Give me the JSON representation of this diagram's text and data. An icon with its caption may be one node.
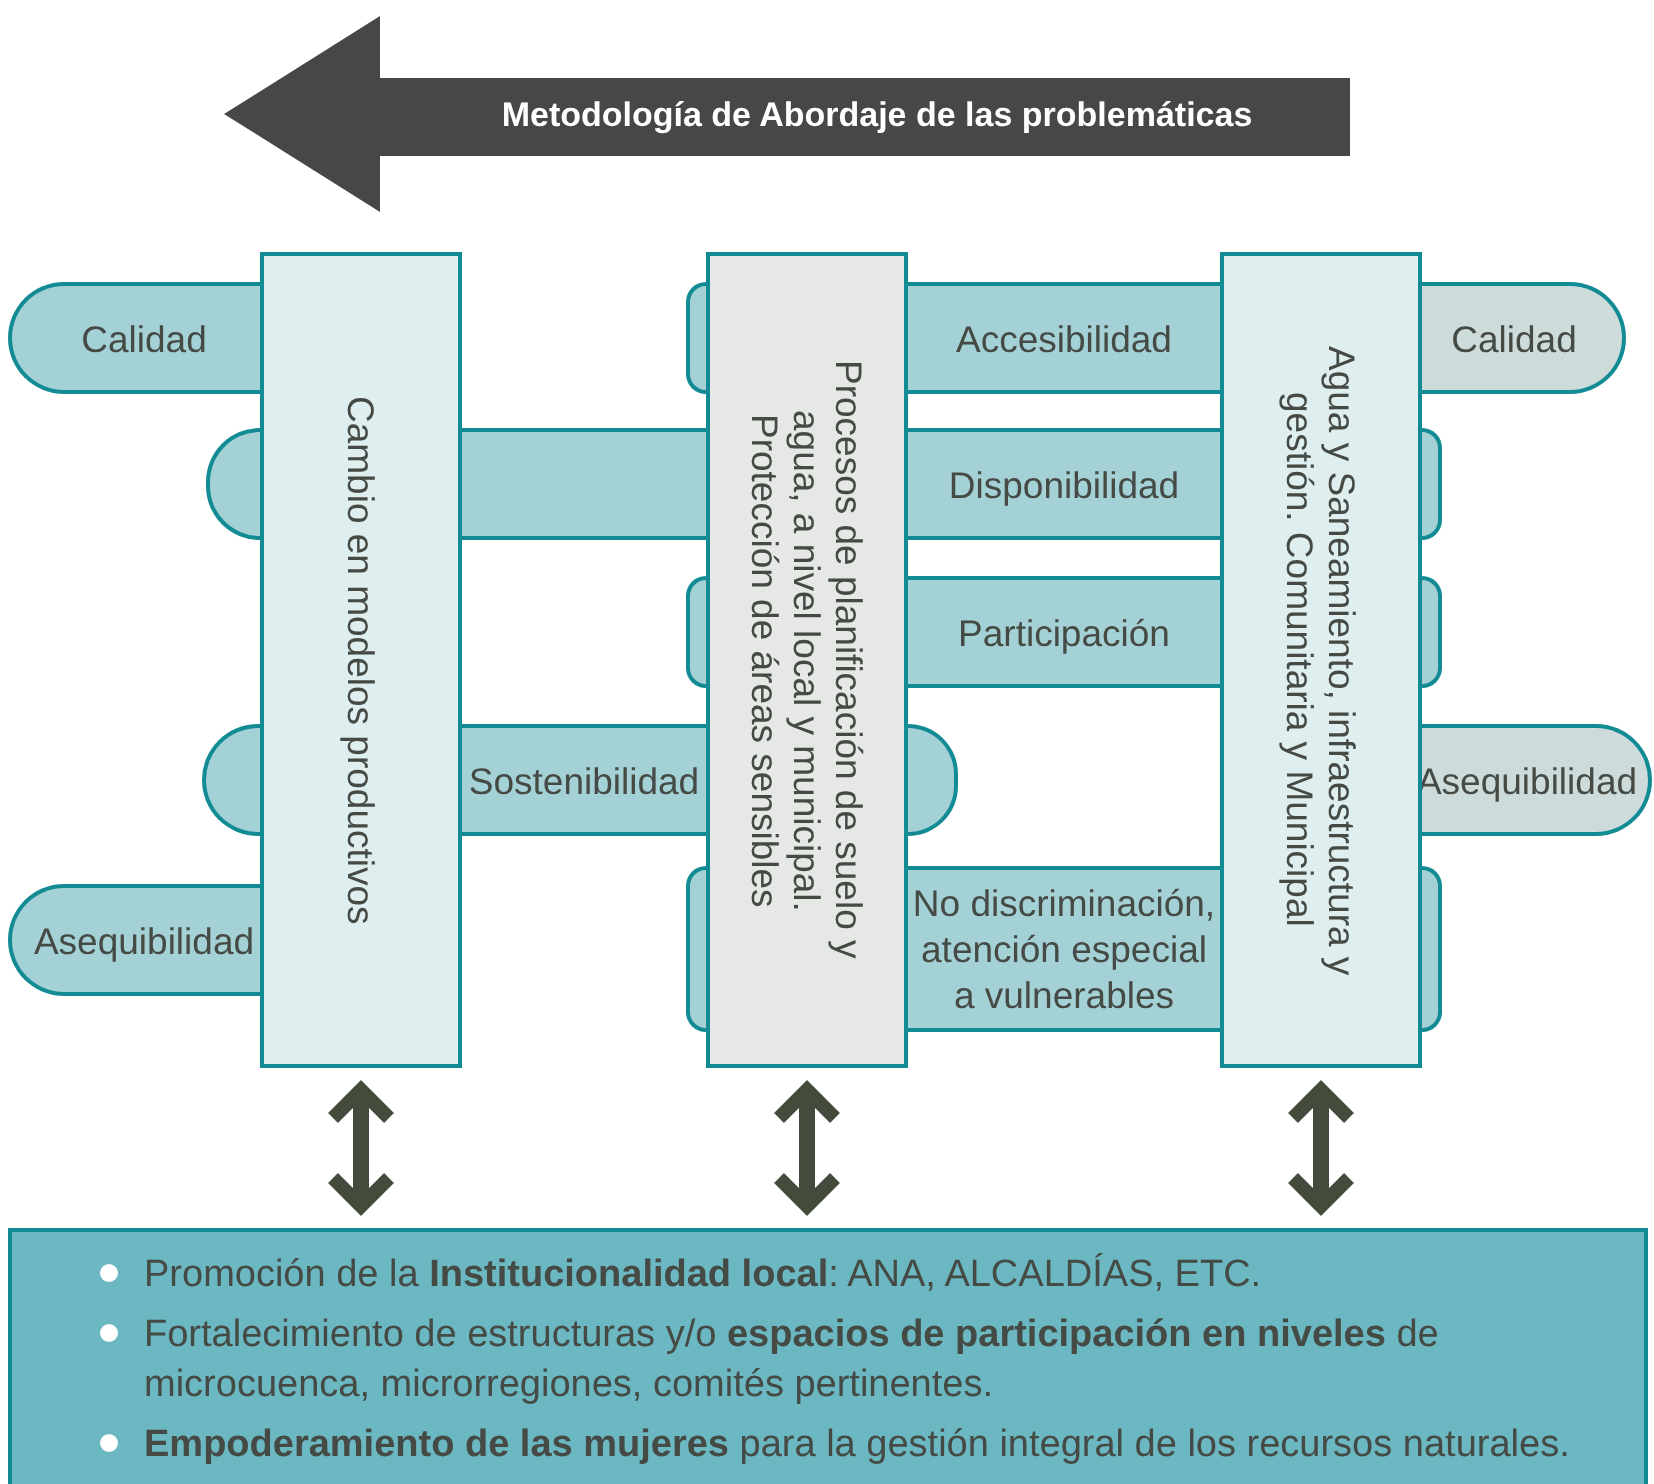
{
  "diagram": {
    "nodes": [
      {
        "text": [
          "Metodología de Abordaje de las problemáticas"
        ]
      },
      {
        "text": [
          "Cambio en modelos productivos"
        ]
      },
      {
        "text": [
          "Procesos de planificación de suelo y agua, a nivel local y municipal. Protección de áreas sensibles"
        ]
      },
      {
        "text": [
          "Agua y Saneamiento, infraestructura y gestión. Comunitaria y Municipal"
        ]
      },
      {
        "text": [
          "Calidad"
        ]
      },
      {
        "text": [
          "Accesibilidad"
        ]
      },
      {
        "text": [
          "Calidad"
        ]
      },
      {
        "text": [],
        "shape": "bar"
      },
      {
        "text": [
          "Disponibilidad"
        ]
      },
      {
        "text": [
          "Participación"
        ]
      },
      {
        "text": [
          "Sostenibilidad"
        ]
      },
      {
        "text": [
          "Asequibilidad"
        ]
      },
      {
        "text": [
          "Asequibilidad"
        ]
      },
      {
        "text": [
          "No discriminación, atención especial a vulnerables"
        ]
      },
      {
        "text": [
          "Promoción de la **Institucionalidad local**: ANA, ALCALDÍAS, ETC.",
          "Fortalecimiento de estructuras y/o **espacios de participación en niveles** de microcuenca, microrregiones, comités pertinentes.",
          "**Empoderamiento de las mujeres** para la gestión integral de los recursos naturales."
        ]
      }
    ],
    "edges": [
      {
        "from": 1,
        "to": 14,
        "arrow": "both"
      },
      {
        "from": 2,
        "to": 14,
        "arrow": "both"
      },
      {
        "from": 3,
        "to": 14,
        "arrow": "both"
      }
    ]
  }
}
